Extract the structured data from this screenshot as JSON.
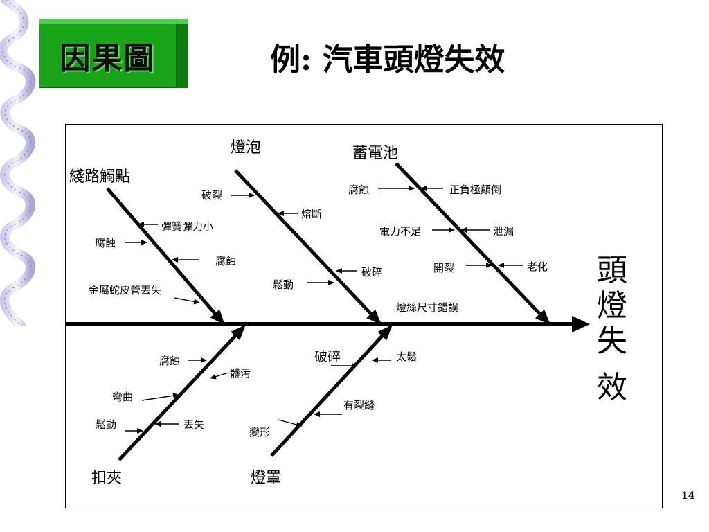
{
  "slide": {
    "title": "因果圖",
    "subtitle": "例: 汽車頭燈失效",
    "page_number": "14"
  },
  "diagram": {
    "effect": [
      "頭",
      "燈",
      "失",
      "效"
    ],
    "categories": {
      "wiring": "綫路觸點",
      "bulb": "燈泡",
      "battery": "蓄電池",
      "clamp": "扣夾",
      "lamp_cover": "燈罩"
    },
    "causes": {
      "wiring": [
        "彈簧彈力小",
        "腐蝕",
        "腐蝕",
        "金屬蛇皮管丟失"
      ],
      "bulb": [
        "破裂",
        "熔斷",
        "鬆動",
        "破碎",
        "燈絲尺寸錯誤"
      ],
      "battery": [
        "腐蝕",
        "正負極顛倒",
        "電力不足",
        "泄漏",
        "開裂",
        "老化"
      ],
      "clamp": [
        "腐蝕",
        "髒污",
        "彎曲",
        "鬆動",
        "丟失"
      ],
      "lamp_cover": [
        "破碎",
        "太鬆",
        "有裂縫",
        "變形"
      ]
    }
  }
}
